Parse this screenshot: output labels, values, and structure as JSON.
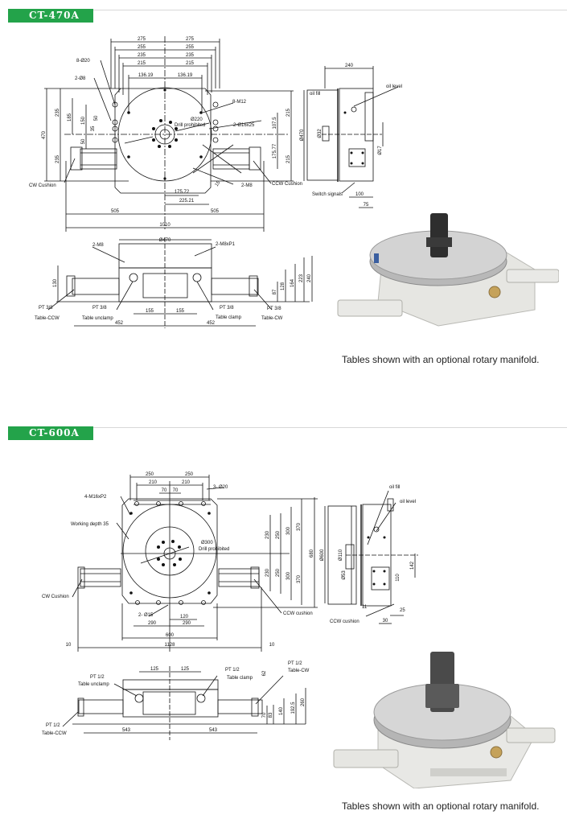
{
  "sections": [
    {
      "model": "CT-470A",
      "top_view": {
        "dims_top": [
          "275",
          "275",
          "255",
          "255",
          "235",
          "235",
          "215",
          "215",
          "136.19",
          "136.19"
        ],
        "labels": {
          "holes_20": "8-Ø20",
          "holes_8": "2-Ø8",
          "m12": "8-M12",
          "pcd": "Ø220",
          "drill": "Drill prohibited",
          "holes_16": "2-Ø16x25",
          "m8": "2-M8",
          "cw": "CW Cushion",
          "ccw": "CCW Cushion"
        },
        "dims_left": [
          "235",
          "235",
          "470",
          "185",
          "150",
          "50",
          "35",
          "50"
        ],
        "dims_right": [
          "107.5",
          "175.77",
          "215",
          "215"
        ],
        "dims_bottom": [
          "175.72",
          "225.21",
          "505",
          "505",
          "1010"
        ],
        "angle": "15"
      },
      "side_view": {
        "dims": [
          "240",
          "Ø470",
          "Ø32",
          "Ø17",
          "100",
          "75"
        ],
        "labels": {
          "oil_fill": "oil fill",
          "oil_level": "oil level",
          "switch": "Switch signals"
        }
      },
      "front_view": {
        "dims": [
          "Ø470",
          "155",
          "155",
          "452",
          "452",
          "130",
          "87",
          "128",
          "164",
          "223",
          "240"
        ],
        "labels": {
          "m8": "2-M8",
          "m8p1": "2-M8xP1",
          "pt_ccw": "PT 3/8",
          "ccw": "Table-CCW",
          "pt_unclamp": "PT 3/8",
          "unclamp": "Table unclamp",
          "pt_clamp": "PT 3/8",
          "clamp": "Table clamp",
          "pt_cw": "PT 3/8",
          "cw": "Table-CW"
        }
      },
      "caption": "Tables shown with an optional rotary manifold."
    },
    {
      "model": "CT-600A",
      "top_view": {
        "dims_top": [
          "250",
          "250",
          "210",
          "210",
          "70",
          "70"
        ],
        "labels": {
          "holes_20": "3- Ø20",
          "m16": "4-M16xP2",
          "depth": "Working depth 35",
          "pcd": "Ø300",
          "drill": "Drill prohibited",
          "cw": "CW Cushion",
          "ccw": "CCW cushion",
          "holes_15": "2- Ø15"
        },
        "dims_right": [
          "230",
          "250",
          "300",
          "370",
          "230",
          "250",
          "300",
          "370",
          "680"
        ],
        "dims_bottom": [
          "120",
          "290",
          "290",
          "600",
          "10",
          "1128",
          "10"
        ]
      },
      "side_view": {
        "dims": [
          "Ø600",
          "Ø110",
          "Ø53",
          "142",
          "110",
          "11",
          "25",
          "30"
        ],
        "labels": {
          "oil_fill": "oil fill",
          "oil_level": "oil level",
          "ccw": "CCW cushion"
        }
      },
      "front_view": {
        "dims": [
          "125",
          "125",
          "543",
          "543",
          "62",
          "70",
          "83",
          "140",
          "192.5",
          "260"
        ],
        "labels": {
          "pt_unclamp": "PT 1/2",
          "unclamp": "Table unclamp",
          "pt_clamp": "PT 1/2",
          "clamp": "Table clamp",
          "pt_cw": "PT 1/2",
          "cw": "Table-CW",
          "pt_ccw": "PT 1/2",
          "ccw": "Table-CCW"
        }
      },
      "caption": "Tables shown with an optional rotary manifold."
    }
  ],
  "colors": {
    "badge": "#23a34a",
    "rule": "#d8d8d8"
  }
}
